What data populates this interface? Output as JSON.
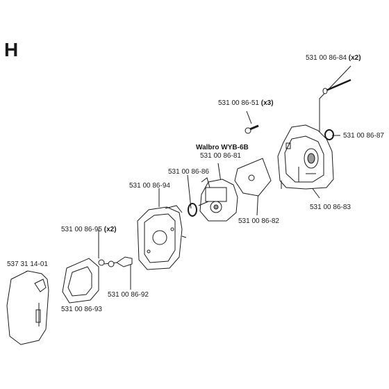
{
  "section": "H",
  "callouts": {
    "screw_long": {
      "part": "531 00 86-84",
      "qty": "(x2)"
    },
    "screw_short": {
      "part": "531 00 86-51",
      "qty": "(x3)"
    },
    "oring_top": {
      "part": "531 00 86-87"
    },
    "carb_model": "Walbro WYB-6B",
    "carburetor": {
      "part": "531 00 86-81"
    },
    "gasket_small": {
      "part": "531 00 86-86"
    },
    "air_box": {
      "part": "531 00 86-94"
    },
    "intake_block": {
      "part": "531 00 86-83"
    },
    "heat_shield": {
      "part": "531 00 86-82"
    },
    "nut": {
      "part": "531 00 86-95",
      "qty": "(x2)"
    },
    "cover": {
      "part": "537 31 14-01"
    },
    "bracket": {
      "part": "531 00 86-92"
    },
    "filter": {
      "part": "531 00 86-93"
    }
  },
  "colors": {
    "line": "#1a1a1a",
    "part_fill": "#ffffff",
    "shade": "#9a9a9a"
  }
}
